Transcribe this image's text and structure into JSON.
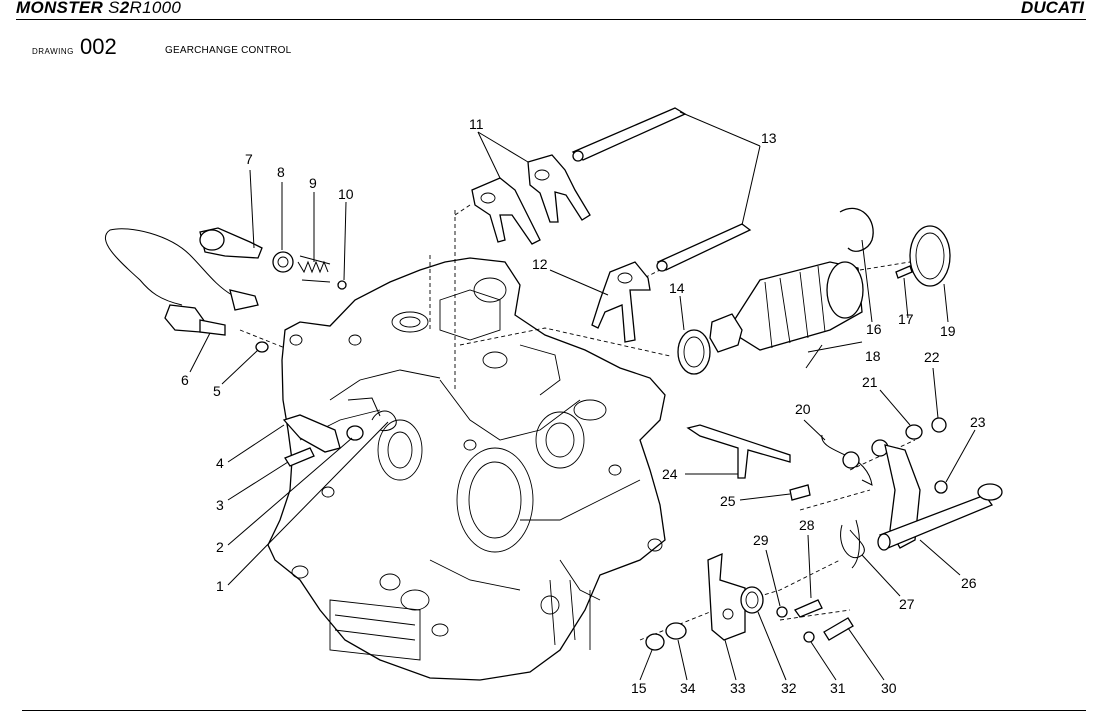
{
  "header": {
    "model_bold": "MONSTER",
    "model_light_prefix": "S",
    "model_bold_2": "2",
    "model_light_suffix": "R1000",
    "brand": "DUCATI"
  },
  "drawing": {
    "label": "DRAWING",
    "number": "002",
    "title": "GEARCHANGE CONTROL"
  },
  "callouts": {
    "c1": "1",
    "c2": "2",
    "c3": "3",
    "c4": "4",
    "c5": "5",
    "c6": "6",
    "c7": "7",
    "c8": "8",
    "c9": "9",
    "c10": "10",
    "c11": "11",
    "c12": "12",
    "c13": "13",
    "c14": "14",
    "c15": "15",
    "c16": "16",
    "c17": "17",
    "c18": "18",
    "c19": "19",
    "c20": "20",
    "c21": "21",
    "c22": "22",
    "c23": "23",
    "c24": "24",
    "c25": "25",
    "c26": "26",
    "c27": "27",
    "c28": "28",
    "c29": "29",
    "c30": "30",
    "c31": "31",
    "c32": "32",
    "c33": "33",
    "c34": "34"
  }
}
